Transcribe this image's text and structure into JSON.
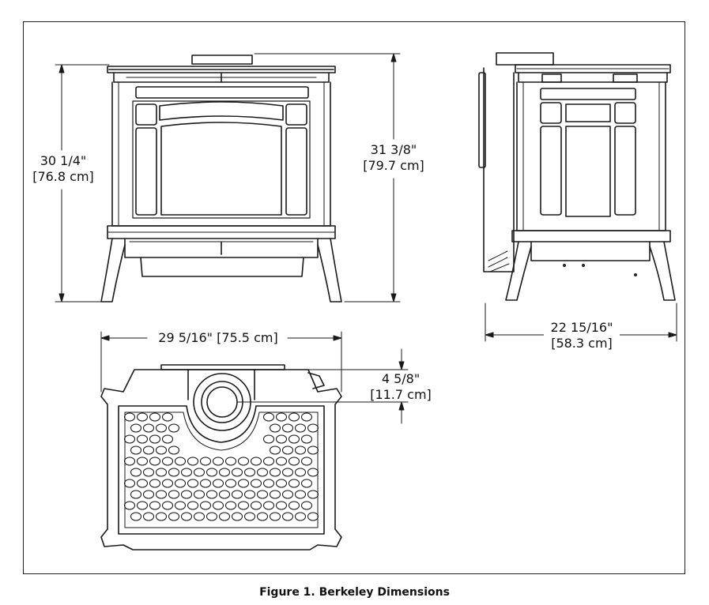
{
  "dimensions": {
    "front_height": {
      "imperial": "30 1/4\"",
      "metric": "[76.8 cm]"
    },
    "side_height": {
      "imperial": "31 3/8\"",
      "metric": "[79.7 cm]"
    },
    "side_depth": {
      "imperial": "22 15/16\"",
      "metric": "[58.3 cm]"
    },
    "top_width": {
      "text": "29 5/16\" [75.5 cm]"
    },
    "flue_offset": {
      "imperial": "4 5/8\"",
      "metric": "[11.7 cm]"
    }
  },
  "caption": "Figure 1.  Berkeley Dimensions",
  "colors": {
    "line": "#1a1a1a",
    "background": "#ffffff"
  }
}
